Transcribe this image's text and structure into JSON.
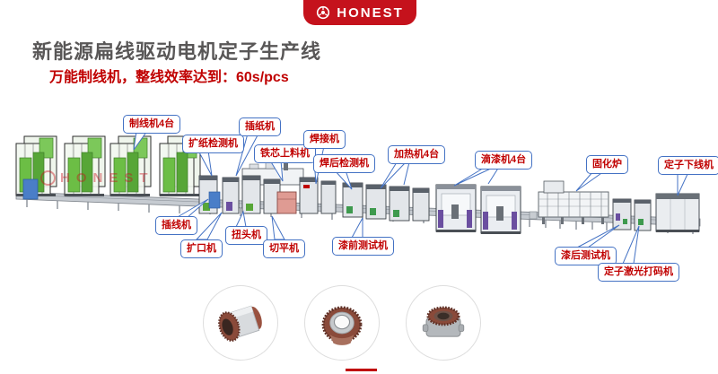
{
  "header": {
    "brand": "HONEST",
    "logo_icon": "aperture-icon"
  },
  "title": "新能源扁线驱动电机定子生产线",
  "subtitle": "万能制线机，整线效率达到：60s/pcs",
  "watermark": "HONEST",
  "machine_labels": [
    {
      "label": "制线机4台"
    },
    {
      "label": "扩纸检测机"
    },
    {
      "label": "插纸机"
    },
    {
      "label": "铁芯上料机"
    },
    {
      "label": "焊接机"
    },
    {
      "label": "焊后检测机"
    },
    {
      "label": "加热机4台"
    },
    {
      "label": "滴漆机4台"
    },
    {
      "label": "固化炉"
    },
    {
      "label": "定子下线机"
    },
    {
      "label": "插线机"
    },
    {
      "label": "扩口机"
    },
    {
      "label": "扭头机"
    },
    {
      "label": "切平机"
    },
    {
      "label": "漆前测试机"
    },
    {
      "label": "漆后测试机"
    },
    {
      "label": "定子激光打码机"
    }
  ],
  "photos": [
    {
      "name": "stator-side-view"
    },
    {
      "name": "stator-top-view"
    },
    {
      "name": "stator-housing-view"
    }
  ],
  "colors": {
    "brand_red": "#C5121C",
    "text_red": "#C00000",
    "title_gray": "#595757",
    "bubble_border": "#4472C4",
    "machine_green": "#6CBE45",
    "accent_purple": "#6B4FA0",
    "copper": "#8A4A3A"
  }
}
